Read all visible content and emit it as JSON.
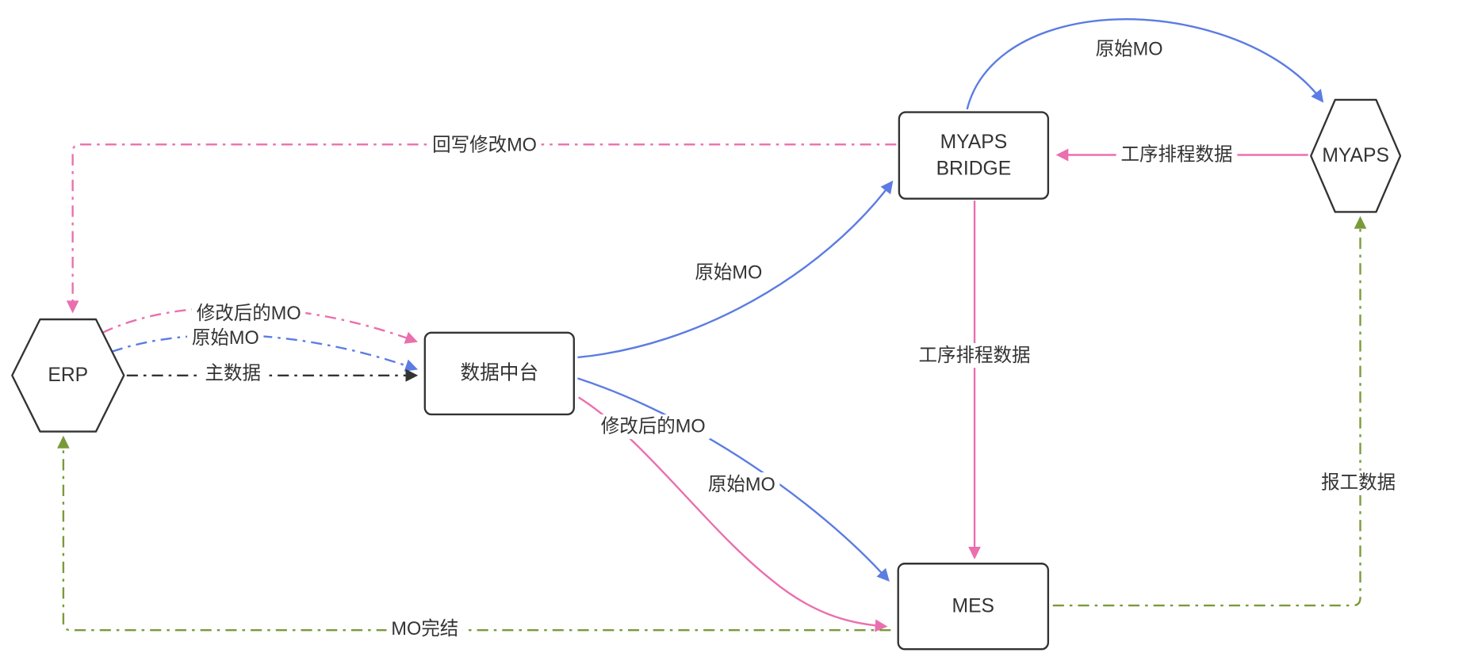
{
  "diagram": {
    "background": "#ffffff",
    "colors": {
      "line_blue": "#5b7ce2",
      "line_pink": "#ea6fae",
      "line_green": "#7a9a3a",
      "line_black": "#333333",
      "node_border": "#333333",
      "node_fill": "#ffffff",
      "text": "#333333"
    },
    "nodes": {
      "erp": {
        "label": "ERP",
        "shape": "hexagon"
      },
      "data_hub": {
        "label": "数据中台",
        "shape": "rounded-rect"
      },
      "myaps_bridge": {
        "label_line1": "MYAPS",
        "label_line2": "BRIDGE",
        "shape": "rounded-rect"
      },
      "myaps": {
        "label": "MYAPS",
        "shape": "hexagon"
      },
      "mes": {
        "label": "MES",
        "shape": "rounded-rect"
      }
    },
    "edge_labels": {
      "writeback_modified_mo": "回写修改MO",
      "original_mo_top": "原始MO",
      "schedule_data_right": "工序排程数据",
      "original_mo_middle": "原始MO",
      "modified_mo_left": "修改后的MO",
      "original_mo_left": "原始MO",
      "master_data": "主数据",
      "schedule_data_vertical": "工序排程数据",
      "modified_mo_bottom": "修改后的MO",
      "original_mo_bottom": "原始MO",
      "mo_complete": "MO完结",
      "work_report_data": "报工数据"
    },
    "edges": [
      {
        "from": "myaps_bridge",
        "to": "myaps",
        "label_key": "original_mo_top",
        "style": "solid",
        "color": "#5b7ce2"
      },
      {
        "from": "myaps",
        "to": "myaps_bridge",
        "label_key": "schedule_data_right",
        "style": "solid",
        "color": "#ea6fae"
      },
      {
        "from": "myaps_bridge",
        "to": "mes",
        "label_key": "schedule_data_vertical",
        "style": "solid",
        "color": "#ea6fae"
      },
      {
        "from": "data_hub",
        "to": "myaps_bridge",
        "label_key": "original_mo_middle",
        "style": "solid",
        "color": "#5b7ce2"
      },
      {
        "from": "data_hub",
        "to": "mes",
        "label_key": "original_mo_bottom",
        "style": "solid",
        "color": "#5b7ce2"
      },
      {
        "from": "data_hub",
        "to": "mes",
        "label_key": "modified_mo_bottom",
        "style": "solid",
        "color": "#ea6fae"
      },
      {
        "from": "myaps_bridge",
        "to": "erp",
        "label_key": "writeback_modified_mo",
        "style": "dash-dot",
        "color": "#ea6fae"
      },
      {
        "from": "erp",
        "to": "data_hub",
        "label_key": "modified_mo_left",
        "style": "dash-dot",
        "color": "#ea6fae"
      },
      {
        "from": "erp",
        "to": "data_hub",
        "label_key": "original_mo_left",
        "style": "dash-dot",
        "color": "#5b7ce2"
      },
      {
        "from": "erp",
        "to": "data_hub",
        "label_key": "master_data",
        "style": "dash-dot",
        "color": "#333333"
      },
      {
        "from": "mes",
        "to": "erp",
        "label_key": "mo_complete",
        "style": "dash-dot",
        "color": "#7a9a3a"
      },
      {
        "from": "mes",
        "to": "myaps",
        "label_key": "work_report_data",
        "style": "dash-dot",
        "color": "#7a9a3a"
      }
    ]
  }
}
